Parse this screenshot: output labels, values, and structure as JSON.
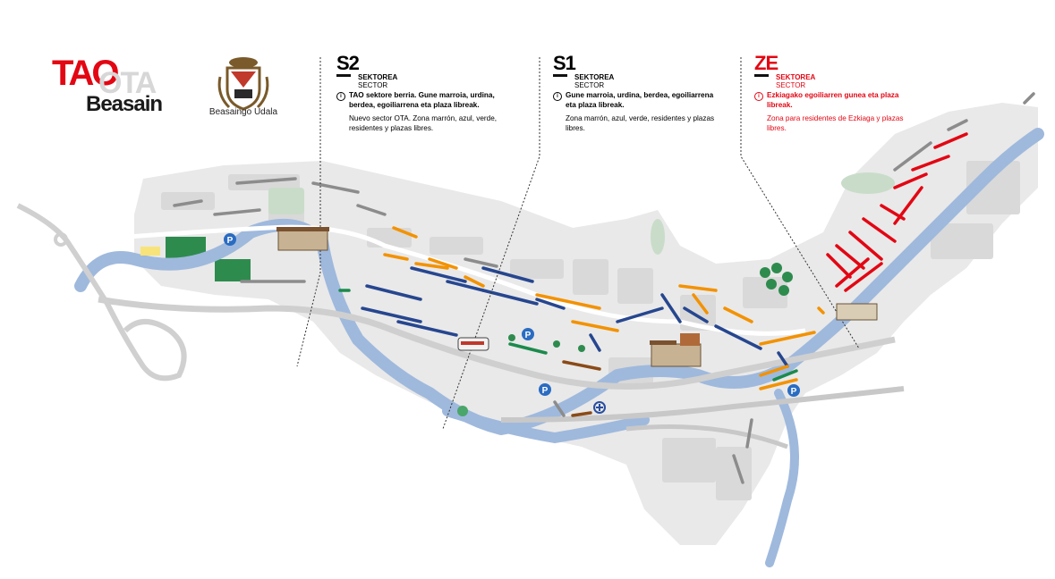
{
  "logo": {
    "tao": "TAO",
    "ota": "OTA",
    "city": "Beasain",
    "tao_color": "#e30613"
  },
  "crest": {
    "label": "Beasaingo Udala"
  },
  "sectors": [
    {
      "code": "S2",
      "word_eu": "SEKTOREA",
      "word_es": "SECTOR",
      "info_icon": "info-icon",
      "info": "TAO sektore berria. Gune marroia, urdina, berdea, egoiliarrena eta plaza libreak.",
      "desc": "Nuevo sector OTA. Zona marrón, azul, verde, residentes y plazas libres.",
      "color": "#111111"
    },
    {
      "code": "S1",
      "word_eu": "SEKTOREA",
      "word_es": "SECTOR",
      "info_icon": "info-icon",
      "info": "Gune marroia, urdina, berdea, egoiliarrena eta plaza libreak.",
      "desc": "Zona marrón, azul, verde, residentes y plazas libres.",
      "color": "#111111"
    },
    {
      "code": "ZE",
      "word_eu": "SEKTOREA",
      "word_es": "SECTOR",
      "info_icon": "info-icon",
      "info": "Ezkiagako egoiliarren gunea eta plaza libreak.",
      "desc": "Zona para residentes de Ezkiaga y plazas libres.",
      "color": "#e30613"
    }
  ],
  "map": {
    "parking_icon": "parking-icon",
    "train_icon": "train-icon",
    "health_icon": "health-center-icon",
    "town_hall_icon": "town-hall-icon",
    "colors": {
      "zone_blue": "#26468f",
      "zone_orange": "#f39200",
      "zone_green": "#1b8a4c",
      "zone_brown": "#8a4a17",
      "zone_red": "#e30613",
      "zone_grey": "#8c8c8c",
      "river": "#9fb9dd",
      "land": "#e9e9e9",
      "blocks": "#d9d9d9",
      "road": "#ffffff",
      "park": "#c9dcc9"
    }
  }
}
